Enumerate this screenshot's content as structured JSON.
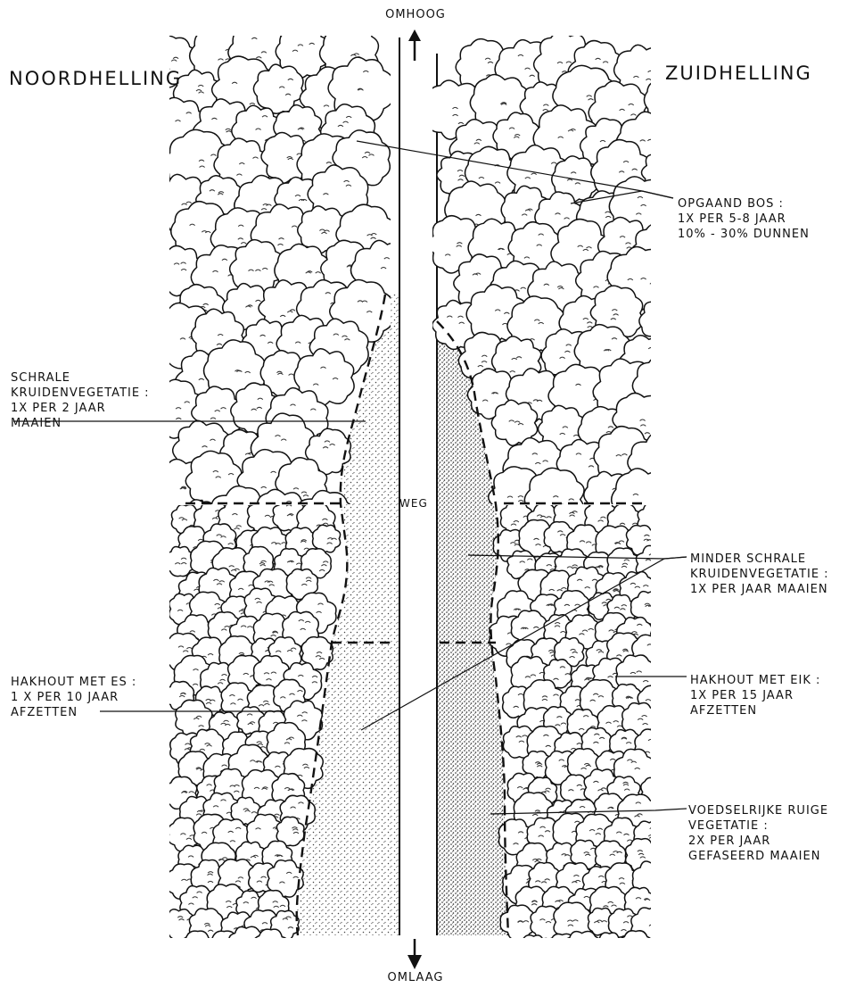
{
  "directions": {
    "top": "OMHOOG",
    "bottom": "OMLAAG"
  },
  "slopes": {
    "left": "NOORDHELLING",
    "right": "ZUIDHELLING"
  },
  "road": "WEG",
  "annotations": {
    "opgaand_bos": [
      "OPGAAND BOS :",
      "1X PER 5-8 JAAR",
      "10% - 30% DUNNEN"
    ],
    "schrale_kruiden": [
      "SCHRALE",
      "KRUIDENVEGETATIE :",
      "1X PER 2 JAAR",
      "MAAIEN"
    ],
    "minder_schrale": [
      "MINDER SCHRALE",
      "KRUIDENVEGETATIE :",
      "1X PER JAAR MAAIEN"
    ],
    "hakhout_es": [
      "HAKHOUT MET ES :",
      "1 X PER 10 JAAR",
      "AFZETTEN"
    ],
    "hakhout_eik": [
      "HAKHOUT MET EIK :",
      "1X PER 15 JAAR",
      "AFZETTEN"
    ],
    "voedselrijke": [
      "VOEDSELRIJKE RUIGE",
      "VEGETATIE :",
      "2X PER JAAR",
      "GEFASEERD MAAIEN"
    ]
  }
}
